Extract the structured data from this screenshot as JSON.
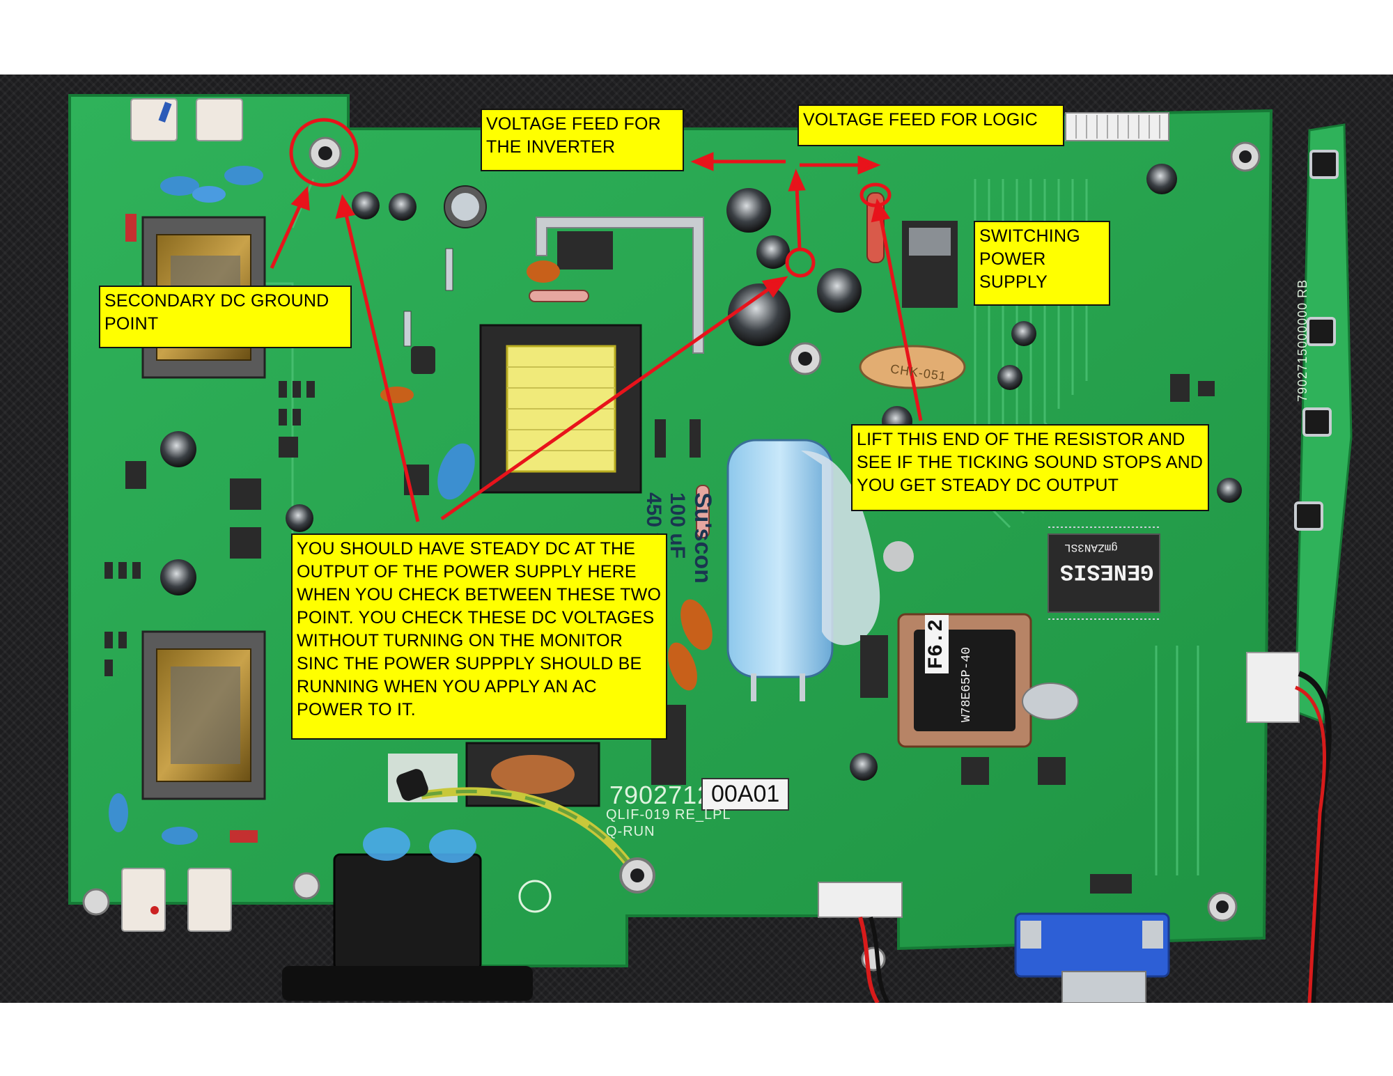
{
  "callouts": {
    "inverter_feed": "VOLTAGE FEED FOR\nTHE INVERTER",
    "logic_feed": "VOLTAGE FEED FOR LOGIC",
    "switching_ps": "SWITCHING\nPOWER\nSUPPLY",
    "secondary_ground": "SECONDARY DC GROUND\nPOINT",
    "lift_resistor": "LIFT THIS END OF THE RESISTOR AND\nSEE IF THE TICKING SOUND STOPS AND\nYOU GET STEADY DC OUTPUT",
    "steady_dc": "YOU SHOULD HAVE STEADY DC AT THE\nOUTPUT OF THE POWER SUPPLY HERE\nWHEN YOU CHECK BETWEEN THESE TWO\nPOINT. YOU CHECK THESE DC VOLTAGES\nWITHOUT TURNING ON THE MONITOR\nSINC THE POWER SUPPPLY SHOULD BE\nRUNNING WHEN YOU APPLY AN AC\nPOWER TO IT."
  },
  "board": {
    "part_number": "7902712",
    "revision": "00A01",
    "model": "QLIF-019 RE_LPL",
    "model2": "Q-RUN",
    "side_strip": "7902715000000 RB",
    "capacitor_brand": "Su'scon",
    "capacitor_rating": "100 uF",
    "capacitor_voltage": "450 v",
    "chip_main": "GENESIS",
    "chip_main_sub": "gmZAN3SL",
    "chip_plcc": "F6.2",
    "chip_plcc_sub": "W78E65P-40",
    "inductor": "CHK-051"
  },
  "colors": {
    "callout_bg": "#ffff00",
    "annotation": "#e8131b",
    "pcb": "#22a24a",
    "background": "#1d1d1f"
  }
}
